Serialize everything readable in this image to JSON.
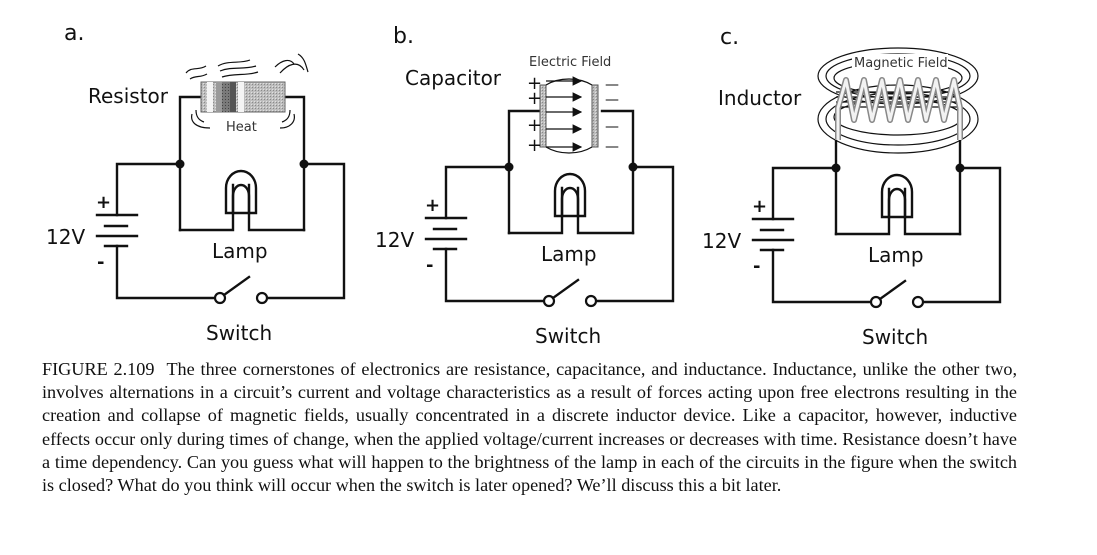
{
  "panels": [
    {
      "letter": "a.",
      "component": "Resistor",
      "component_note": "Heat",
      "voltage": "12V",
      "plus": "+",
      "minus": "-",
      "lamp": "Lamp",
      "switch": "Switch"
    },
    {
      "letter": "b.",
      "component": "Capacitor",
      "component_note": "Electric Field",
      "voltage": "12V",
      "plus": "+",
      "minus": "-",
      "lamp": "Lamp",
      "switch": "Switch",
      "plate_plus_signs": [
        "+",
        "+",
        "+",
        "+"
      ],
      "plate_minus_signs": [
        "—",
        "—",
        "—",
        "—"
      ]
    },
    {
      "letter": "c.",
      "component": "Inductor",
      "component_note": "Magnetic Field",
      "voltage": "12V",
      "plus": "+",
      "minus": "-",
      "lamp": "Lamp",
      "switch": "Switch"
    }
  ],
  "caption": {
    "figure_number": "FIGURE 2.109",
    "text": "The three cornerstones of electronics are resistance, capacitance, and inductance. Inductance, unlike the other two, involves alternations in a circuit’s current and voltage characteristics as a result of forces acting upon free electrons resulting in the creation and collapse of magnetic fields, usually concentrated in a discrete inductor device. Like a capacitor, however, inductive effects occur only during times of change, when the applied voltage/current increases or decreases with time. Resistance doesn’t have a time dependency. Can you guess what will happen to the brightness of the lamp in each of the circuits in the figure when the switch is closed? What do you think will occur when the switch is later opened? We’ll discuss this a bit later."
  }
}
